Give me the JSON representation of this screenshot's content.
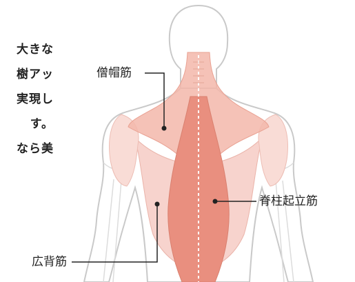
{
  "intro_text": {
    "lines": [
      "大きな",
      "樹アッ",
      "実現し",
      "す。",
      "なら美"
    ]
  },
  "labels": {
    "trapezius": "僧帽筋",
    "erector_spinae": "脊柱起立筋",
    "latissimus_dorsi": "広背筋"
  },
  "colors": {
    "outline": "#c9c9c9",
    "muscle_light": "#f7d3cd",
    "muscle_mid": "#f0a898",
    "muscle_spine": "#e98f7f",
    "leader_line": "#222222"
  }
}
